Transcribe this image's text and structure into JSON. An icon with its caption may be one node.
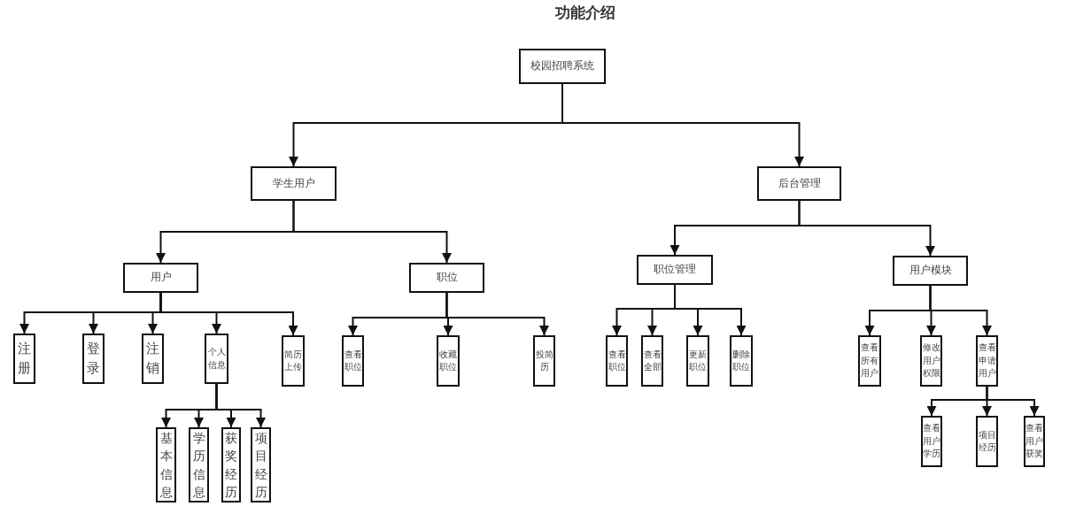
{
  "diagram": {
    "title": "功能介绍",
    "nodes": [
      {
        "text": [
          "校园招聘系统"
        ]
      },
      {
        "text": [
          "学生用户"
        ]
      },
      {
        "text": [
          "后台管理"
        ]
      },
      {
        "text": [
          "用户"
        ]
      },
      {
        "text": [
          "职位"
        ]
      },
      {
        "text": [
          "职位管理"
        ]
      },
      {
        "text": [
          "用户模块"
        ]
      },
      {
        "text": [
          "注册"
        ]
      },
      {
        "text": [
          "登录"
        ]
      },
      {
        "text": [
          "注销"
        ]
      },
      {
        "text": [
          "个人信息"
        ]
      },
      {
        "text": [
          "简历上传"
        ]
      },
      {
        "text": [
          "查看职位"
        ]
      },
      {
        "text": [
          "收藏职位"
        ]
      },
      {
        "text": [
          "投简历"
        ]
      },
      {
        "text": [
          "查看职位"
        ]
      },
      {
        "text": [
          "查看全部"
        ]
      },
      {
        "text": [
          "更新职位"
        ]
      },
      {
        "text": [
          "删除职位"
        ]
      },
      {
        "text": [
          "查看所有用户"
        ]
      },
      {
        "text": [
          "修改用户权限"
        ]
      },
      {
        "text": [
          "查看申请用户"
        ]
      },
      {
        "text": [
          "基本信息"
        ]
      },
      {
        "text": [
          "学历信息"
        ]
      },
      {
        "text": [
          "获奖经历"
        ]
      },
      {
        "text": [
          "项目经历"
        ]
      },
      {
        "text": [
          "查看用户学历"
        ]
      },
      {
        "text": [
          "项目经历"
        ]
      },
      {
        "text": [
          "查看用户获奖"
        ]
      }
    ],
    "edges": [
      {
        "from": 0,
        "to": 1,
        "arrow": "to"
      },
      {
        "from": 0,
        "to": 2,
        "arrow": "to"
      },
      {
        "from": 1,
        "to": 3,
        "arrow": "to"
      },
      {
        "from": 1,
        "to": 4,
        "arrow": "to"
      },
      {
        "from": 2,
        "to": 5,
        "arrow": "to"
      },
      {
        "from": 2,
        "to": 6,
        "arrow": "to"
      },
      {
        "from": 3,
        "to": 7,
        "arrow": "to"
      },
      {
        "from": 3,
        "to": 8,
        "arrow": "to"
      },
      {
        "from": 3,
        "to": 9,
        "arrow": "to"
      },
      {
        "from": 3,
        "to": 10,
        "arrow": "to"
      },
      {
        "from": 3,
        "to": 11,
        "arrow": "to"
      },
      {
        "from": 4,
        "to": 12,
        "arrow": "to"
      },
      {
        "from": 4,
        "to": 13,
        "arrow": "to"
      },
      {
        "from": 4,
        "to": 14,
        "arrow": "to"
      },
      {
        "from": 5,
        "to": 15,
        "arrow": "to"
      },
      {
        "from": 5,
        "to": 16,
        "arrow": "to"
      },
      {
        "from": 5,
        "to": 17,
        "arrow": "to"
      },
      {
        "from": 5,
        "to": 18,
        "arrow": "to"
      },
      {
        "from": 6,
        "to": 19,
        "arrow": "to"
      },
      {
        "from": 6,
        "to": 20,
        "arrow": "to"
      },
      {
        "from": 6,
        "to": 21,
        "arrow": "to"
      },
      {
        "from": 10,
        "to": 22,
        "arrow": "to"
      },
      {
        "from": 10,
        "to": 23,
        "arrow": "to"
      },
      {
        "from": 10,
        "to": 24,
        "arrow": "to"
      },
      {
        "from": 10,
        "to": 25,
        "arrow": "to"
      },
      {
        "from": 21,
        "to": 26,
        "arrow": "to"
      },
      {
        "from": 21,
        "to": 27,
        "arrow": "to"
      },
      {
        "from": 21,
        "to": 28,
        "arrow": "to"
      }
    ]
  }
}
